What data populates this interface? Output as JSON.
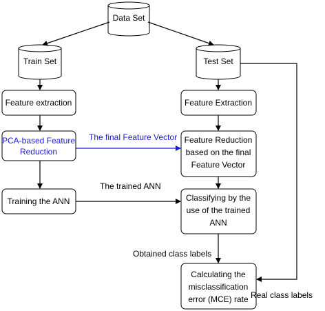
{
  "colors": {
    "highlight": "#1c1ccc",
    "stroke": "#000000",
    "background": "#ffffff"
  },
  "nodes": {
    "data_set": "Data Set",
    "train_set": "Train Set",
    "test_set": "Test Set",
    "feature_extraction_train": "Feature extraction",
    "feature_extraction_test": "Feature Extraction",
    "pca_reduction": [
      "PCA-based Feature",
      "Reduction"
    ],
    "feature_reduction_final": [
      "Feature Reduction",
      "based on the final",
      "Feature Vector"
    ],
    "training_ann": "Training the ANN",
    "classifying": [
      "Classifying by the",
      "use of the trained",
      "ANN"
    ],
    "mce": [
      "Calculating the",
      "misclassification",
      "error (MCE) rate"
    ]
  },
  "edge_labels": {
    "final_feature_vector": "The final Feature Vector",
    "trained_ann": "The trained ANN",
    "obtained_labels": "Obtained class labels",
    "real_labels": "Real class labels"
  }
}
